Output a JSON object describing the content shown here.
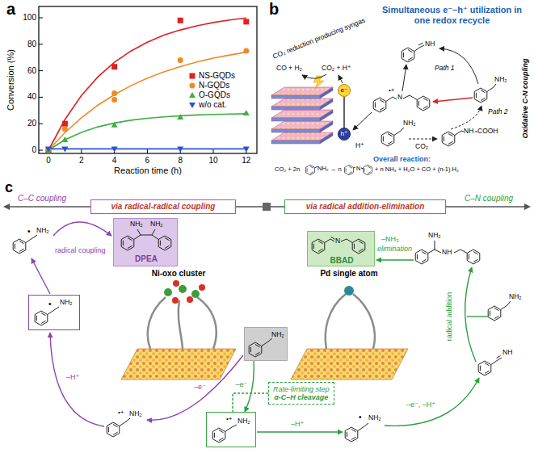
{
  "diagram": {
    "nodes": [
      {
        "text": [
          "e⁻"
        ]
      },
      {
        "text": [
          "h⁺"
        ]
      },
      {
        "text": [
          "via radical-radical coupling"
        ]
      },
      {
        "text": [
          "via radical addition-elimination"
        ]
      },
      {
        "text": [
          "NH₂",
          "NH₂",
          "DPEA"
        ]
      },
      {
        "text": [
          "N",
          "BBAD"
        ]
      },
      {
        "text": [
          "•",
          "NH₂"
        ]
      },
      {
        "text": [
          "NH₂"
        ]
      },
      {
        "text": [
          "Rate-limiting step",
          "α-C–H cleavage"
        ]
      },
      {
        "text": [
          "•+",
          "NH₂"
        ]
      }
    ],
    "edges": [
      {
        "from": 1,
        "to": 0,
        "arrow": "none"
      },
      {
        "from": 7,
        "to": 9,
        "label": "–e⁻",
        "arrow": "to"
      }
    ],
    "labels": [
      "a",
      "0",
      "20",
      "40",
      "60",
      "80",
      "100",
      "0",
      "2",
      "4",
      "6",
      "8",
      "10",
      "12",
      "Conversion (%)",
      "Reaction time (h)",
      "b",
      "Simultaneous e⁻–h⁺ utilization in one redox recycle",
      "CO₂ reduction producing syngas",
      "CO + H₂",
      "CO₂ + H⁺",
      "H⁺",
      "NH",
      "N",
      "•+",
      "NH₂",
      "Path 1",
      "Path 2",
      "CO₂",
      "NH",
      "COOH",
      "NH₂",
      "Oxidative C-N coupling",
      "Overall reaction:",
      "CO₂ + 2n",
      "NH₂",
      "→ n",
      "N",
      "+ n NH₃ + H₂O + CO + (n-1) H₂",
      "c",
      "C–C coupling",
      "C–N coupling",
      "•",
      "NH₂",
      "radical coupling",
      "Ni-oxo cluster",
      "Pd single atom",
      "–H⁺",
      "–e⁻",
      "•+",
      "NH₂",
      "–H⁺",
      "•",
      "NH₂",
      "–e⁻, –H⁺",
      "NH",
      "NH₂",
      "radical addition",
      "NH₂",
      "NH",
      "–NH₃",
      "elimination"
    ],
    "legend": [
      {
        "text": "NS-GQDs"
      },
      {
        "text": "N-GQDs"
      },
      {
        "text": "O-GQDs"
      },
      {
        "text": "w/o cat."
      }
    ]
  }
}
